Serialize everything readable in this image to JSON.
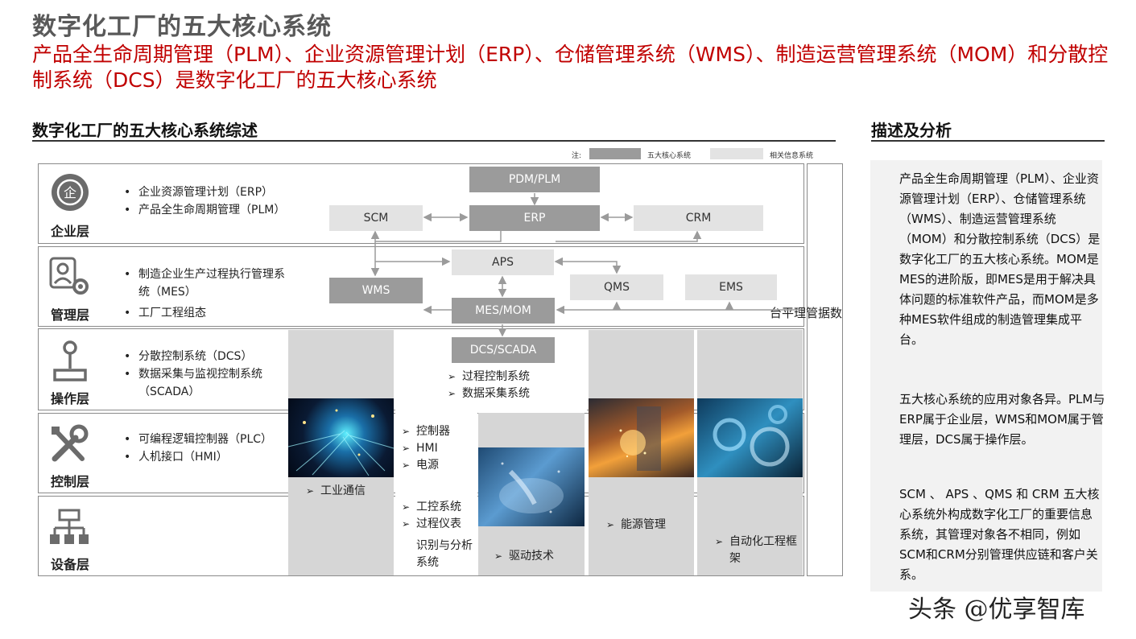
{
  "header": {
    "title": "数字化工厂的五大核心系统",
    "subtitle": "产品全生命周期管理（PLM）、企业资源管理计划（ERP）、仓储管理系统（WMS）、制造运营管理系统（MOM）和分散控制系统（DCS）是数字化工厂的五大核心系统"
  },
  "left_section": {
    "title": "数字化工厂的五大核心系统综述",
    "legend": {
      "prefix": "注:",
      "core_label": "五大核心系统",
      "related_label": "相关信息系统",
      "core_color": "#9b9b9b",
      "related_color": "#e3e3e3"
    }
  },
  "layers": [
    {
      "name": "企业层",
      "icon": "enterprise-icon",
      "bullets": [
        "企业资源管理计划（ERP）",
        "产品全生命周期管理（PLM）"
      ]
    },
    {
      "name": "管理层",
      "icon": "manager-gear-icon",
      "bullets": [
        "制造企业生产过程执行管理系统（MES）",
        "工厂工程组态"
      ]
    },
    {
      "name": "操作层",
      "icon": "joystick-icon",
      "bullets": [
        "分散控制系统（DCS）",
        "数据采集与监视控制系统（SCADA）"
      ]
    },
    {
      "name": "控制层",
      "icon": "tools-icon",
      "bullets": [
        "可编程逻辑控制器（PLC）",
        "人机接口（HMI）"
      ]
    },
    {
      "name": "设备层",
      "icon": "network-hierarchy-icon",
      "bullets": []
    }
  ],
  "systems": {
    "pdm_plm": "PDM/PLM",
    "erp": "ERP",
    "scm": "SCM",
    "crm": "CRM",
    "aps": "APS",
    "wms": "WMS",
    "qms": "QMS",
    "ems": "EMS",
    "mes_mom": "MES/MOM",
    "dcs_scada": "DCS/SCADA"
  },
  "platform_label": "数据管理平台",
  "dcs_items": [
    "过程控制系统",
    "数据采集系统"
  ],
  "control_items": [
    "控制器",
    "HMI",
    "电源"
  ],
  "device_items": [
    "工控系统",
    "过程仪表"
  ],
  "identify_text": "识别与分析系统",
  "columns": {
    "comm": "工业通信",
    "drive": "驱动技术",
    "energy": "能源管理",
    "automation": "自动化工程框架"
  },
  "right_section": {
    "title": "描述及分析",
    "paragraphs": [
      "产品全生命周期管理（PLM）、企业资源管理计划（ERP）、仓储管理系统（WMS）、制造运营管理系统（MOM）和分散控制系统（DCS）是数字化工厂的五大核心系统。MOM是MES的进阶版，即MES是用于解决具体问题的标准软件产品，而MOM是多种MES软件组成的制造管理集成平台。",
      "五大核心系统的应用对象各异。PLM与ERP属于企业层，WMS和MOM属于管理层，DCS属于操作层。",
      "SCM 、 APS 、QMS 和 CRM 五大核心系统外构成数字化工厂的重要信息系统，其管理对象各不相同，例如SCM和CRM分别管理供应链和客户关系。"
    ]
  },
  "watermark": "头条 @优享智库"
}
